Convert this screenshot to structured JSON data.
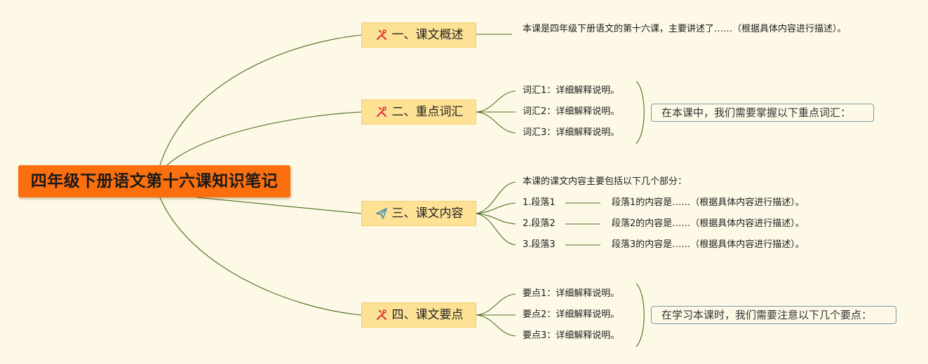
{
  "root": {
    "title": "四年级下册语文第十六课知识笔记"
  },
  "branches": [
    {
      "label": "一、课文概述",
      "icon": "tools-icon",
      "leaves": [
        "本课是四年级下册语文的第十六课，主要讲述了……（根据具体内容进行描述）。"
      ]
    },
    {
      "label": "二、重点词汇",
      "icon": "tools-icon",
      "leaves": [
        "词汇1：详细解释说明。",
        "词汇2：详细解释说明。",
        "词汇3：详细解释说明。"
      ],
      "summary": "在本课中，我们需要掌握以下重点词汇："
    },
    {
      "label": "三、课文内容",
      "icon": "paper-plane-icon",
      "intro": "本课的课文内容主要包括以下几个部分：",
      "paragraphs": [
        {
          "name": "1.段落1",
          "desc": "段落1的内容是……（根据具体内容进行描述）。"
        },
        {
          "name": "2.段落2",
          "desc": "段落2的内容是……（根据具体内容进行描述）。"
        },
        {
          "name": "3.段落3",
          "desc": "段落3的内容是……（根据具体内容进行描述）。"
        }
      ]
    },
    {
      "label": "四、课文要点",
      "icon": "tools-icon",
      "leaves": [
        "要点1：详细解释说明。",
        "要点2：详细解释说明。",
        "要点3：详细解释说明。"
      ],
      "summary": "在学习本课时，我们需要注意以下几个要点："
    }
  ],
  "colors": {
    "background": "#fdf9e6",
    "root_fill": "#fb6f0e",
    "branch_fill": "#fde194",
    "line": "#4a6b1e",
    "summary_border": "#7b9aa8",
    "tools_icon": "#e0303a",
    "paper_plane_icon": "#3a8fb7"
  }
}
